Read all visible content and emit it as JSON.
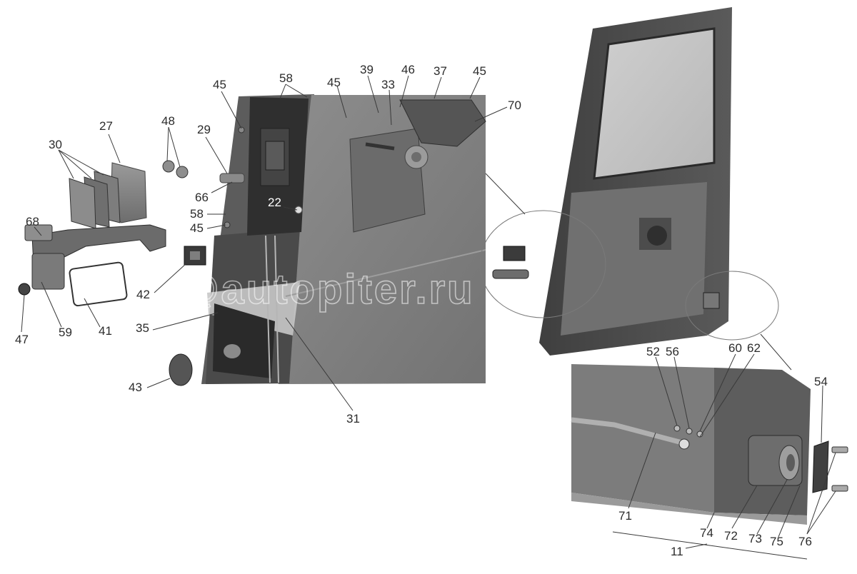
{
  "watermark": "@autopiter.ru",
  "callouts": [
    {
      "id": "c45a",
      "text": "45"
    },
    {
      "id": "c58a",
      "text": "58"
    },
    {
      "id": "c45b",
      "text": "45"
    },
    {
      "id": "c39",
      "text": "39"
    },
    {
      "id": "c46",
      "text": "46"
    },
    {
      "id": "c33",
      "text": "33"
    },
    {
      "id": "c37",
      "text": "37"
    },
    {
      "id": "c45c",
      "text": "45"
    },
    {
      "id": "c70",
      "text": "70"
    },
    {
      "id": "c27",
      "text": "27"
    },
    {
      "id": "c48",
      "text": "48"
    },
    {
      "id": "c30",
      "text": "30"
    },
    {
      "id": "c29",
      "text": "29"
    },
    {
      "id": "c66",
      "text": "66"
    },
    {
      "id": "c22",
      "text": "22"
    },
    {
      "id": "c58b",
      "text": "58"
    },
    {
      "id": "c68",
      "text": "68"
    },
    {
      "id": "c45d",
      "text": "45"
    },
    {
      "id": "c42",
      "text": "42"
    },
    {
      "id": "c47",
      "text": "47"
    },
    {
      "id": "c59",
      "text": "59"
    },
    {
      "id": "c41",
      "text": "41"
    },
    {
      "id": "c35",
      "text": "35"
    },
    {
      "id": "c43",
      "text": "43"
    },
    {
      "id": "c31",
      "text": "31"
    },
    {
      "id": "c52",
      "text": "52"
    },
    {
      "id": "c56",
      "text": "56"
    },
    {
      "id": "c60",
      "text": "60"
    },
    {
      "id": "c62",
      "text": "62"
    },
    {
      "id": "c54",
      "text": "54"
    },
    {
      "id": "c71",
      "text": "71"
    },
    {
      "id": "c74",
      "text": "74"
    },
    {
      "id": "c72",
      "text": "72"
    },
    {
      "id": "c73",
      "text": "73"
    },
    {
      "id": "c75",
      "text": "75"
    },
    {
      "id": "c76",
      "text": "76"
    },
    {
      "id": "c11",
      "text": "11"
    }
  ]
}
